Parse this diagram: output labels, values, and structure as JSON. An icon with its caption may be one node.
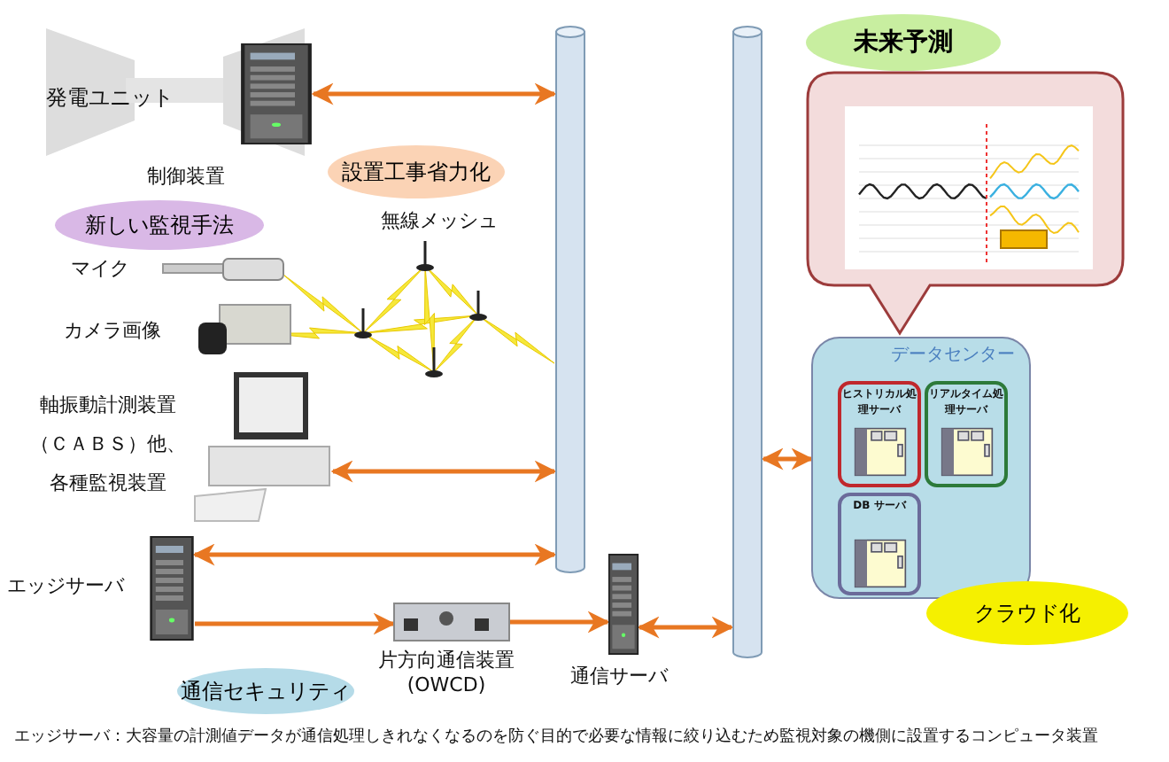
{
  "diagram": {
    "caption": "エッジサーバ：大容量の計測値データが通信処理しきれなくなるのを防ぐ目的で必要な情報に絞り込むため監視対象の機側に設置するコンピュータ装置",
    "nodes": [
      {
        "text": [],
        "shape": "cylinder"
      },
      {
        "text": [],
        "shape": "cylinder"
      },
      {
        "text": [
          "発電ユニット"
        ]
      },
      {
        "text": [
          "制御装置"
        ]
      },
      {
        "text": [
          "設置工事省力化"
        ]
      },
      {
        "text": [
          "新しい監視手法"
        ]
      },
      {
        "text": [
          "マイク"
        ]
      },
      {
        "text": [
          "カメラ画像"
        ]
      },
      {
        "text": [
          "軸振動計測装置（ＣＡＢＳ）他、各種監視装置"
        ]
      },
      {
        "text": [
          "エッジサーバ"
        ]
      },
      {
        "text": [],
        "shape": "picture",
        "beside": [
          "片方向通信装置 (OWCD)"
        ]
      },
      {
        "text": [],
        "shape": "picture",
        "beside": [
          "通信サーバ"
        ]
      },
      {
        "text": [
          "通信セキュリティ"
        ]
      },
      {
        "text": [
          "未来予測"
        ]
      },
      {
        "text": [],
        "shape": "box"
      },
      {
        "text": [],
        "shape": "picture",
        "in": 14
      },
      {
        "text": [
          "データセンター"
        ]
      },
      {
        "text": [
          "ヒストリカル処理サーバ"
        ],
        "in": 16
      },
      {
        "text": [
          "リアルタイム処理サーバ"
        ],
        "in": 16
      },
      {
        "text": [
          "DB サーバ"
        ],
        "in": 16
      },
      {
        "text": [
          "クラウド化"
        ]
      }
    ],
    "edges": [
      {
        "from": 3,
        "to": 0,
        "arrow": "both"
      },
      {
        "from": 8,
        "to": 0,
        "arrow": "both"
      },
      {
        "from": 9,
        "to": 0,
        "arrow": "both"
      },
      {
        "from": 9,
        "to": 10,
        "arrow": "to"
      },
      {
        "from": 10,
        "to": 11,
        "arrow": "to"
      },
      {
        "from": 11,
        "to": 1,
        "arrow": "both"
      },
      {
        "from": 1,
        "to": 16,
        "arrow": "both"
      }
    ],
    "labels": [
      "無線メッシュ"
    ]
  }
}
